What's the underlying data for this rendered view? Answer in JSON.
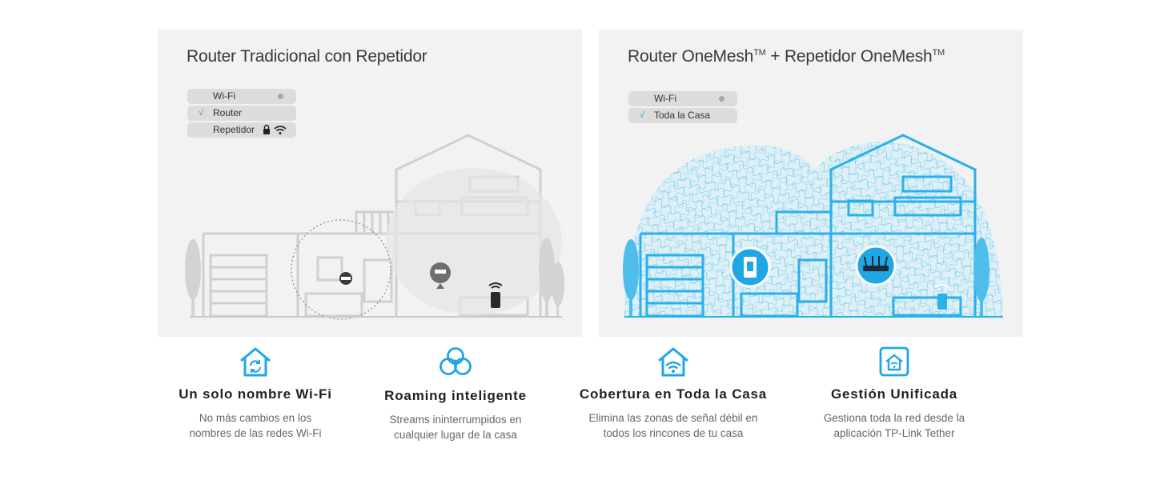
{
  "comparison": {
    "left": {
      "title": "Router Tradicional con Repetidor",
      "wifi_list": [
        {
          "label": "Wi-Fi",
          "checked": false,
          "icon": "signal-dot-icon"
        },
        {
          "label": "Router",
          "checked": true,
          "icon": ""
        },
        {
          "label": "Repetidor",
          "checked": false,
          "icon": "lock-wifi-icon"
        }
      ]
    },
    "right": {
      "title_main": "Router OneMesh",
      "title_tm1": "TM",
      "title_mid": " + Repetidor OneMesh",
      "title_tm2": "TM",
      "wifi_list": [
        {
          "label": "Wi-Fi",
          "checked": false,
          "icon": "signal-dot-icon"
        },
        {
          "label": "Toda la Casa",
          "checked": true,
          "icon": ""
        }
      ]
    },
    "check_mark": "√"
  },
  "features": [
    {
      "icon": "house-sync-icon",
      "title": "Un solo nombre Wi-Fi",
      "line1": "No más cambios en los",
      "line2": "nombres de las redes Wi-Fi"
    },
    {
      "icon": "rings-icon",
      "title": "Roaming inteligente",
      "line1": "Streams ininterrumpidos en",
      "line2": "cualquier lugar de la casa"
    },
    {
      "icon": "house-wifi-icon",
      "title": "Cobertura en Toda la Casa",
      "line1": "Elimina las zonas de señal débil en",
      "line2": "todos los rincones de tu casa"
    },
    {
      "icon": "app-house-icon",
      "title": "Gestión Unificada",
      "line1": "Gestiona toda la red desde la",
      "line2": "aplicación TP-Link Tether"
    }
  ],
  "colors": {
    "accent": "#1ea7e4",
    "panel": "#f2f2f2",
    "pill": "#dcdcdc",
    "text": "#333333"
  }
}
